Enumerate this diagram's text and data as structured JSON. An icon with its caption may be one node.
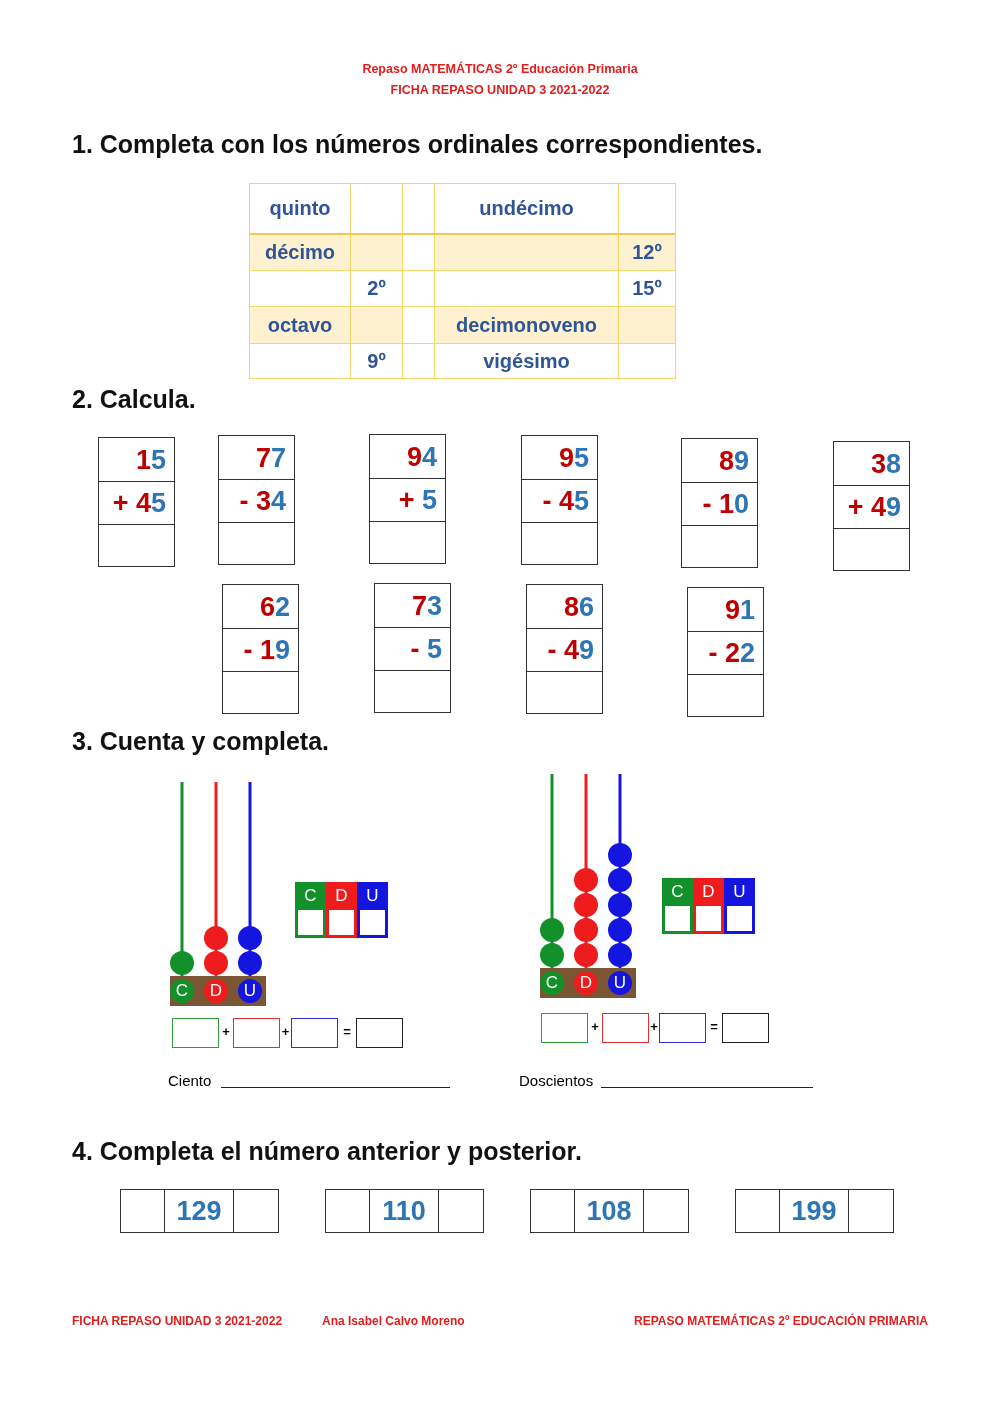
{
  "diagram": {
    "nodes": [
      {
        "text": [
          "15",
          "+ 45"
        ]
      },
      {
        "text": [
          "77",
          "- 34"
        ]
      },
      {
        "text": [
          "94",
          "+ 5"
        ]
      },
      {
        "text": [
          "95",
          "- 45"
        ]
      },
      {
        "text": [
          "89",
          "- 10"
        ]
      },
      {
        "text": [
          "38",
          "+ 49"
        ]
      },
      {
        "text": [
          "62",
          "- 19"
        ]
      },
      {
        "text": [
          "73",
          "- 5"
        ]
      },
      {
        "text": [
          "86",
          "- 49"
        ]
      },
      {
        "text": [
          "91",
          "- 22"
        ]
      },
      {
        "text": [
          "129"
        ]
      },
      {
        "text": [
          "110"
        ]
      },
      {
        "text": [
          "108"
        ]
      },
      {
        "text": [
          "199"
        ]
      }
    ],
    "edges": [],
    "labels": [
      "Repaso MATEMÁTICAS 2º Educación Primaria",
      "FICHA REPASO UNIDAD 3 2021-2022",
      "1. Completa con los números ordinales correspondientes.",
      "quinto",
      "undécimo",
      "décimo",
      "12º",
      "2º",
      "15º",
      "octavo",
      "decimonoveno",
      "9º",
      "vigésimo",
      "2. Calcula.",
      "3. Cuenta y completa.",
      "C",
      "D",
      "U",
      "C",
      "D",
      "U",
      "+",
      "+",
      "=",
      "Ciento",
      "C",
      "D",
      "U",
      "C",
      "D",
      "U",
      "+",
      "+",
      "=",
      "Doscientos",
      "4. Completa el número anterior y posterior.",
      "FICHA REPASO UNIDAD 3 2021-2022",
      "Ana Isabel Calvo Moreno",
      "REPASO MATEMÁTICAS 2º EDUCACIÓN PRIMARIA"
    ]
  }
}
